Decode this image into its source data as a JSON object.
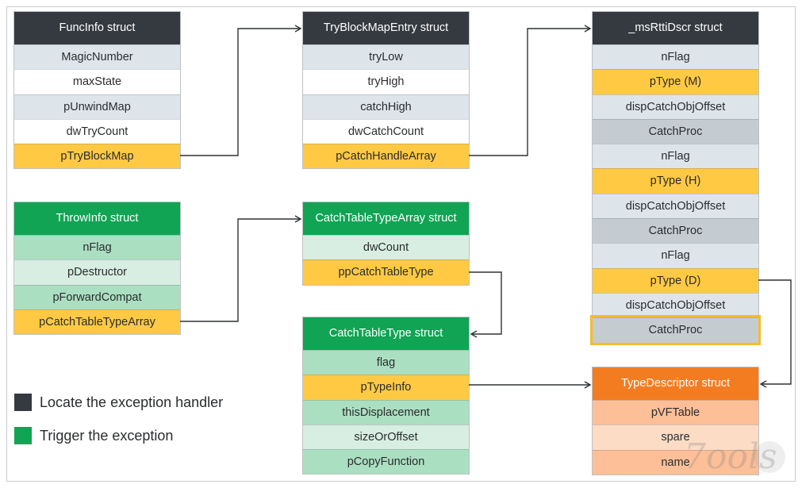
{
  "structs": {
    "func_info": {
      "title": "FuncInfo struct",
      "fields": [
        "MagicNumber",
        "maxState",
        "pUnwindMap",
        "dwTryCount",
        "pTryBlockMap"
      ]
    },
    "try_block_map_entry": {
      "title": "TryBlockMapEntry struct",
      "fields": [
        "tryLow",
        "tryHigh",
        "catchHigh",
        "dwCatchCount",
        "pCatchHandleArray"
      ]
    },
    "ms_rtti_dscr": {
      "title": "_msRttiDscr struct",
      "fields": [
        "nFlag",
        "pType (M)",
        "dispCatchObjOffset",
        "CatchProc",
        "nFlag",
        "pType (H)",
        "dispCatchObjOffset",
        "CatchProc",
        "nFlag",
        "pType (D)",
        "dispCatchObjOffset",
        "CatchProc"
      ]
    },
    "throw_info": {
      "title": "ThrowInfo struct",
      "fields": [
        "nFlag",
        "pDestructor",
        "pForwardCompat",
        "pCatchTableTypeArray"
      ]
    },
    "catch_table_type_array": {
      "title": "CatchTableTypeArray struct",
      "fields": [
        "dwCount",
        "ppCatchTableType"
      ]
    },
    "catch_table_type": {
      "title": "CatchTableType struct",
      "fields": [
        "flag",
        "pTypeInfo",
        "thisDisplacement",
        "sizeOrOffset",
        "pCopyFunction"
      ]
    },
    "type_descriptor": {
      "title": "TypeDescriptor struct",
      "fields": [
        "pVFTable",
        "spare",
        "name"
      ]
    }
  },
  "legend": {
    "locate": "Locate the exception handler",
    "trigger": "Trigger the exception"
  },
  "watermark": "7ools",
  "colors": {
    "locate_header": "#353a40",
    "trigger_header": "#10a454",
    "type_descriptor_header": "#f47c20",
    "pointer_field": "#ffc944",
    "highlight_border": "#f5bc2a"
  }
}
